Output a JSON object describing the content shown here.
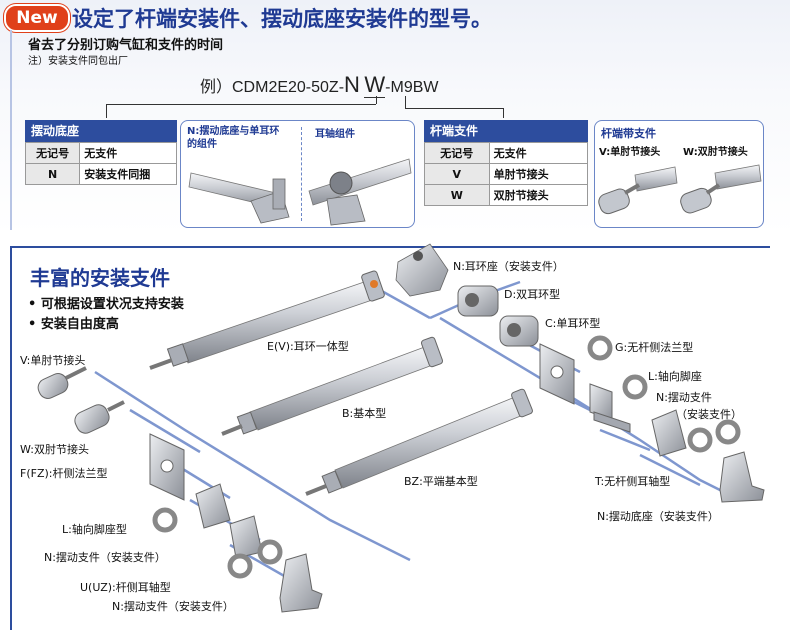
{
  "header": {
    "badge": "New",
    "title": "设定了杆端安装件、摆动底座安装件的型号。",
    "subtitle": "省去了分别订购气缸和支件的时间",
    "note": "注）安装支件同包出厂"
  },
  "model_example": {
    "prefix": "例）CDM2E20-50Z-",
    "part_n": "N",
    "part_w": "W",
    "suffix": "-M9BW"
  },
  "pivot_table": {
    "title": "摆动底座",
    "rows": [
      {
        "key": "无记号",
        "value": "无支件"
      },
      {
        "key": "N",
        "value": "安装支件同捆"
      }
    ]
  },
  "pivot_panel": {
    "left_label": "N:摆动底座与单耳环的组件",
    "right_label": "耳轴组件"
  },
  "rodend_table": {
    "title": "杆端支件",
    "rows": [
      {
        "key": "无记号",
        "value": "无支件"
      },
      {
        "key": "V",
        "value": "单肘节接头"
      },
      {
        "key": "W",
        "value": "双肘节接头"
      }
    ]
  },
  "rodend_panel": {
    "title": "杆端带支件",
    "left_label": "V:单肘节接头",
    "right_label": "W:双肘节接头"
  },
  "section": {
    "title": "丰富的安装支件",
    "bullets": [
      "• 可根据设置状况支持安装",
      "• 安装自由度高"
    ]
  },
  "labels": {
    "n_ear": "N:耳环座（安装支件）",
    "d_double": "D:双耳环型",
    "c_single": "C:单耳环型",
    "g_flange": "G:无杆侧法兰型",
    "l_foot_right": "L:轴向脚座",
    "n_pivot_right": "N:摆动支件",
    "n_pivot_right2": "（安装支件）",
    "t_trunnion": "T:无杆侧耳轴型",
    "n_pivot_base": "N:摆动底座（安装支件）",
    "e_integrated": "E(V):耳环一体型",
    "b_basic": "B:基本型",
    "bz_flat": "BZ:平端基本型",
    "v_single": "V:单肘节接头",
    "w_double": "W:双肘节接头",
    "f_flange": "F(FZ):杆侧法兰型",
    "l_foot_left": "L:轴向脚座型",
    "n_pivot_left": "N:摆动支件（安装支件）",
    "u_trunnion": "U(UZ):杆侧耳轴型",
    "n_pivot_left2": "N:摆动支件（安装支件）"
  },
  "colors": {
    "brand_blue": "#2d4d9e",
    "badge_red": "#e0401a",
    "connector": "#7f97cf"
  }
}
